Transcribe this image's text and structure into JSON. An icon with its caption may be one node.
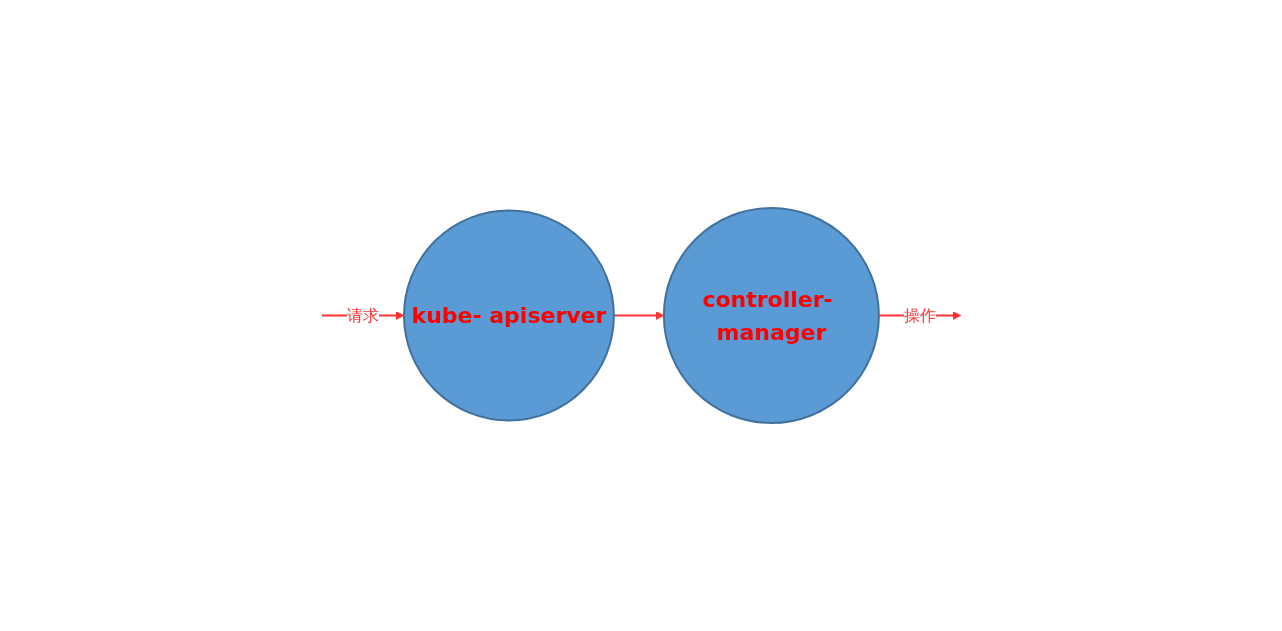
{
  "diagram": {
    "nodes": [
      {
        "text": [
          "kube- apiserver"
        ]
      },
      {
        "text": [
          "controller- manager"
        ]
      }
    ],
    "edges": [
      {
        "from": null,
        "to": 0,
        "arrow": "to",
        "label": "请求"
      },
      {
        "from": 0,
        "to": 1,
        "arrow": "to"
      },
      {
        "from": 1,
        "to": null,
        "arrow": "to",
        "label": "操作"
      }
    ]
  }
}
